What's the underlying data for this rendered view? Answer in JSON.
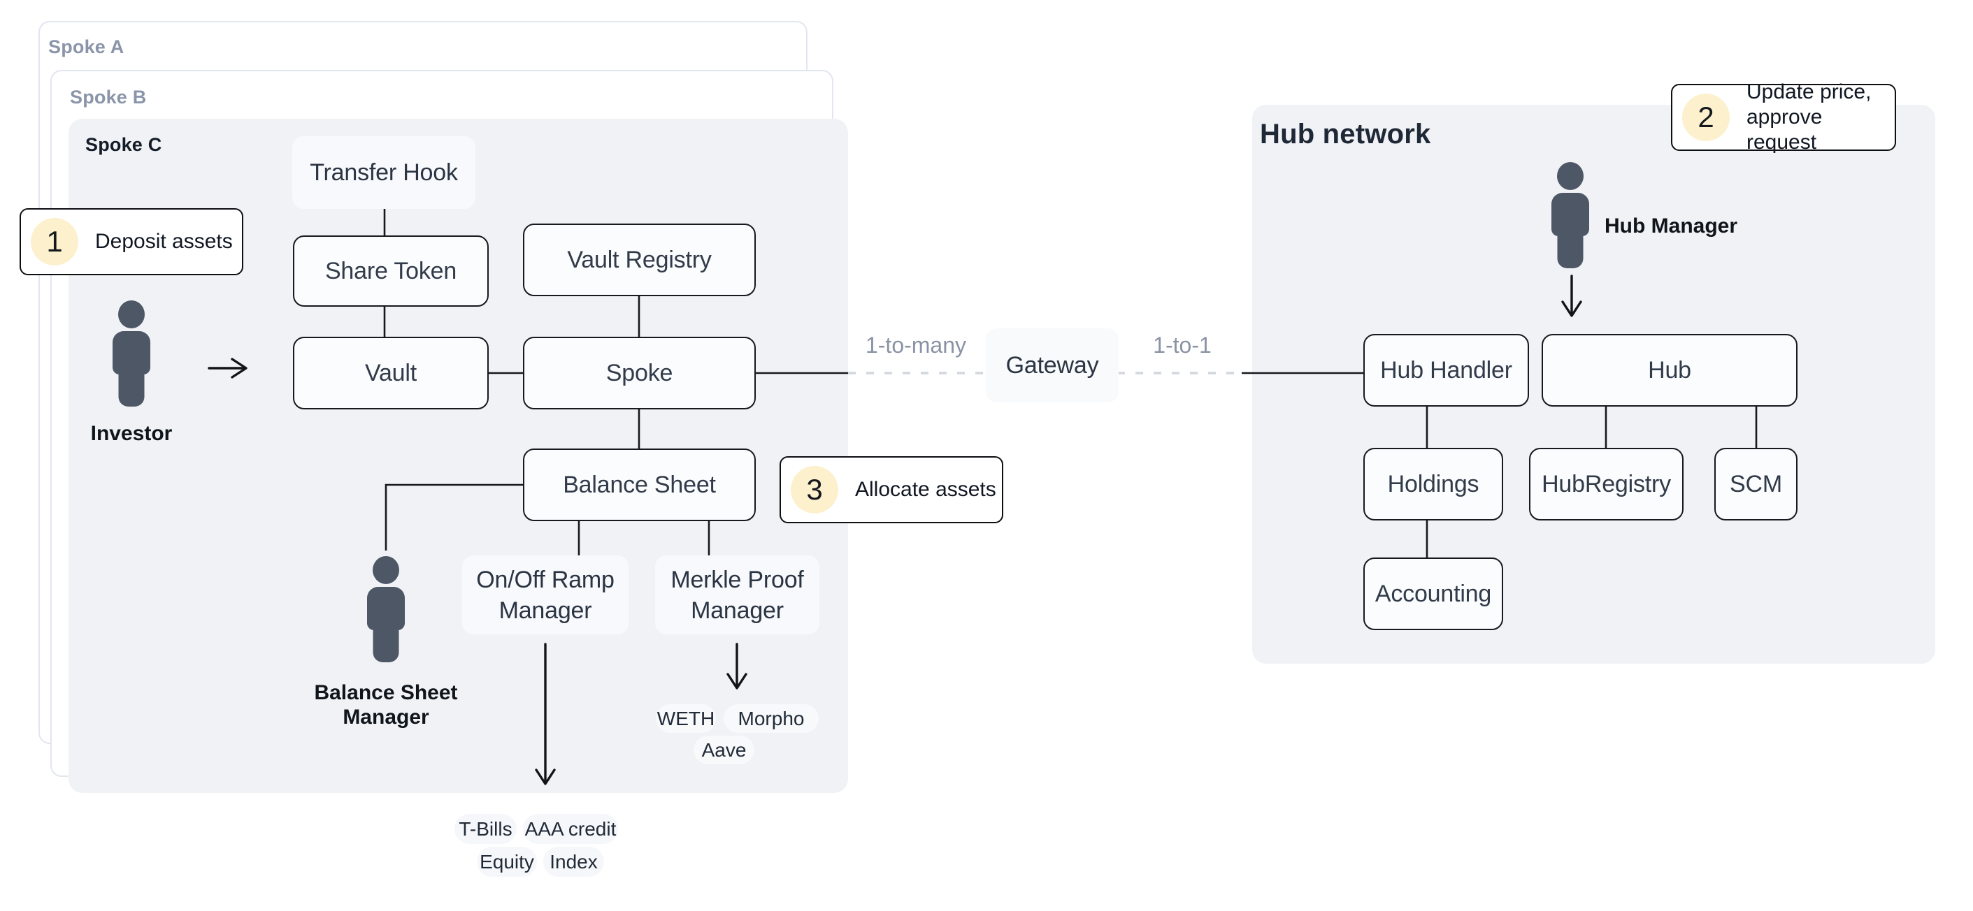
{
  "colors": {
    "page_bg": "#ffffff",
    "panel_fill": "#f0f2f5",
    "panel_outline_border": "#e2e6ef",
    "node_border": "#16191e",
    "node_bg": "#fbfcfe",
    "chip_bg": "#f7f9fc",
    "badge_bg": "#fcf0cd",
    "muted_label": "#8b95a9",
    "person": "#4d5766",
    "dashed_line": "#d2d6dd"
  },
  "spoke_a": {
    "label": "Spoke A"
  },
  "spoke_b": {
    "label": "Spoke B"
  },
  "spoke_c": {
    "label": "Spoke C",
    "boxes": {
      "transfer_hook": "Transfer Hook",
      "share_token": "Share Token",
      "vault_registry": "Vault Registry",
      "vault": "Vault",
      "spoke": "Spoke",
      "balance_sheet": "Balance Sheet",
      "ramp_manager_lines": [
        "On/Off Ramp",
        "Manager"
      ],
      "merkle_manager_lines": [
        "Merkle Proof",
        "Manager"
      ]
    },
    "protocol_pills": [
      "WETH",
      "Morpho",
      "Aave"
    ]
  },
  "actors": {
    "investor": "Investor",
    "balance_sheet_manager_lines": [
      "Balance Sheet",
      "Manager"
    ],
    "hub_manager": "Hub Manager"
  },
  "callouts": [
    {
      "number": "1",
      "lines": [
        "Deposit assets"
      ]
    },
    {
      "number": "2",
      "lines": [
        "Update price,",
        "approve request"
      ]
    },
    {
      "number": "3",
      "lines": [
        "Allocate assets"
      ]
    }
  ],
  "link": {
    "gateway": "Gateway",
    "left_label": "1-to-many",
    "right_label": "1-to-1"
  },
  "hub": {
    "title": "Hub network",
    "boxes": {
      "hub_handler": "Hub Handler",
      "hub": "Hub",
      "holdings": "Holdings",
      "hub_registry": "HubRegistry",
      "scm": "SCM",
      "accounting": "Accounting"
    }
  },
  "asset_pills": [
    "T-Bills",
    "AAA credit",
    "Equity",
    "Index"
  ]
}
